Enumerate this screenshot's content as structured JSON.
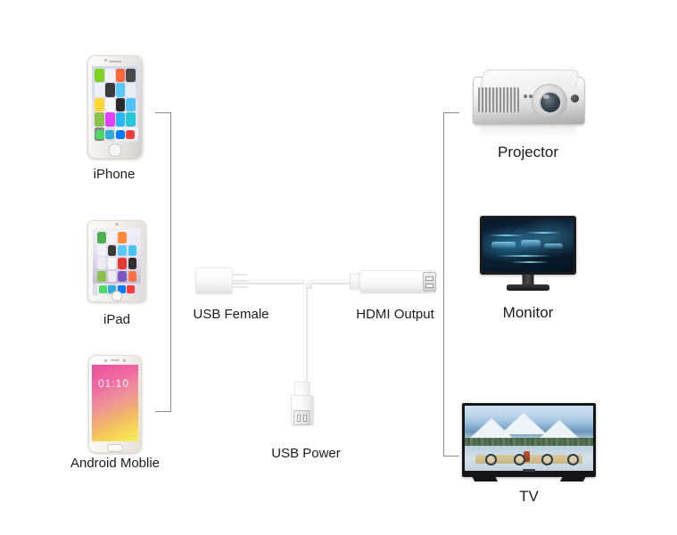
{
  "diagram": {
    "title": "HDMI adapter cable connection diagram",
    "background_color": "#ffffff",
    "bracket_color": "#8c8c8c",
    "label_color": "#1c1c1c"
  },
  "sources": {
    "bracket_name": "input-devices-bracket",
    "items": [
      {
        "id": "iphone",
        "label": "iPhone",
        "icon": "iphone-device-image"
      },
      {
        "id": "ipad",
        "label": "iPad",
        "icon": "ipad-device-image"
      },
      {
        "id": "android",
        "label": "Android Moblie",
        "icon": "android-phone-device-image",
        "screen_text": "01:10"
      }
    ]
  },
  "cable": {
    "usb_female": {
      "label": "USB Female",
      "icon": "usb-female-connector"
    },
    "hdmi_output": {
      "label": "HDMI Output",
      "icon": "hdmi-male-connector"
    },
    "usb_power": {
      "label": "USB Power",
      "icon": "usb-a-power-connector"
    }
  },
  "outputs": {
    "bracket_name": "output-devices-bracket",
    "items": [
      {
        "id": "projector",
        "label": "Projector",
        "icon": "projector-device-image"
      },
      {
        "id": "monitor",
        "label": "Monitor",
        "icon": "monitor-device-image"
      },
      {
        "id": "tv",
        "label": "TV",
        "icon": "tv-device-image"
      }
    ]
  }
}
